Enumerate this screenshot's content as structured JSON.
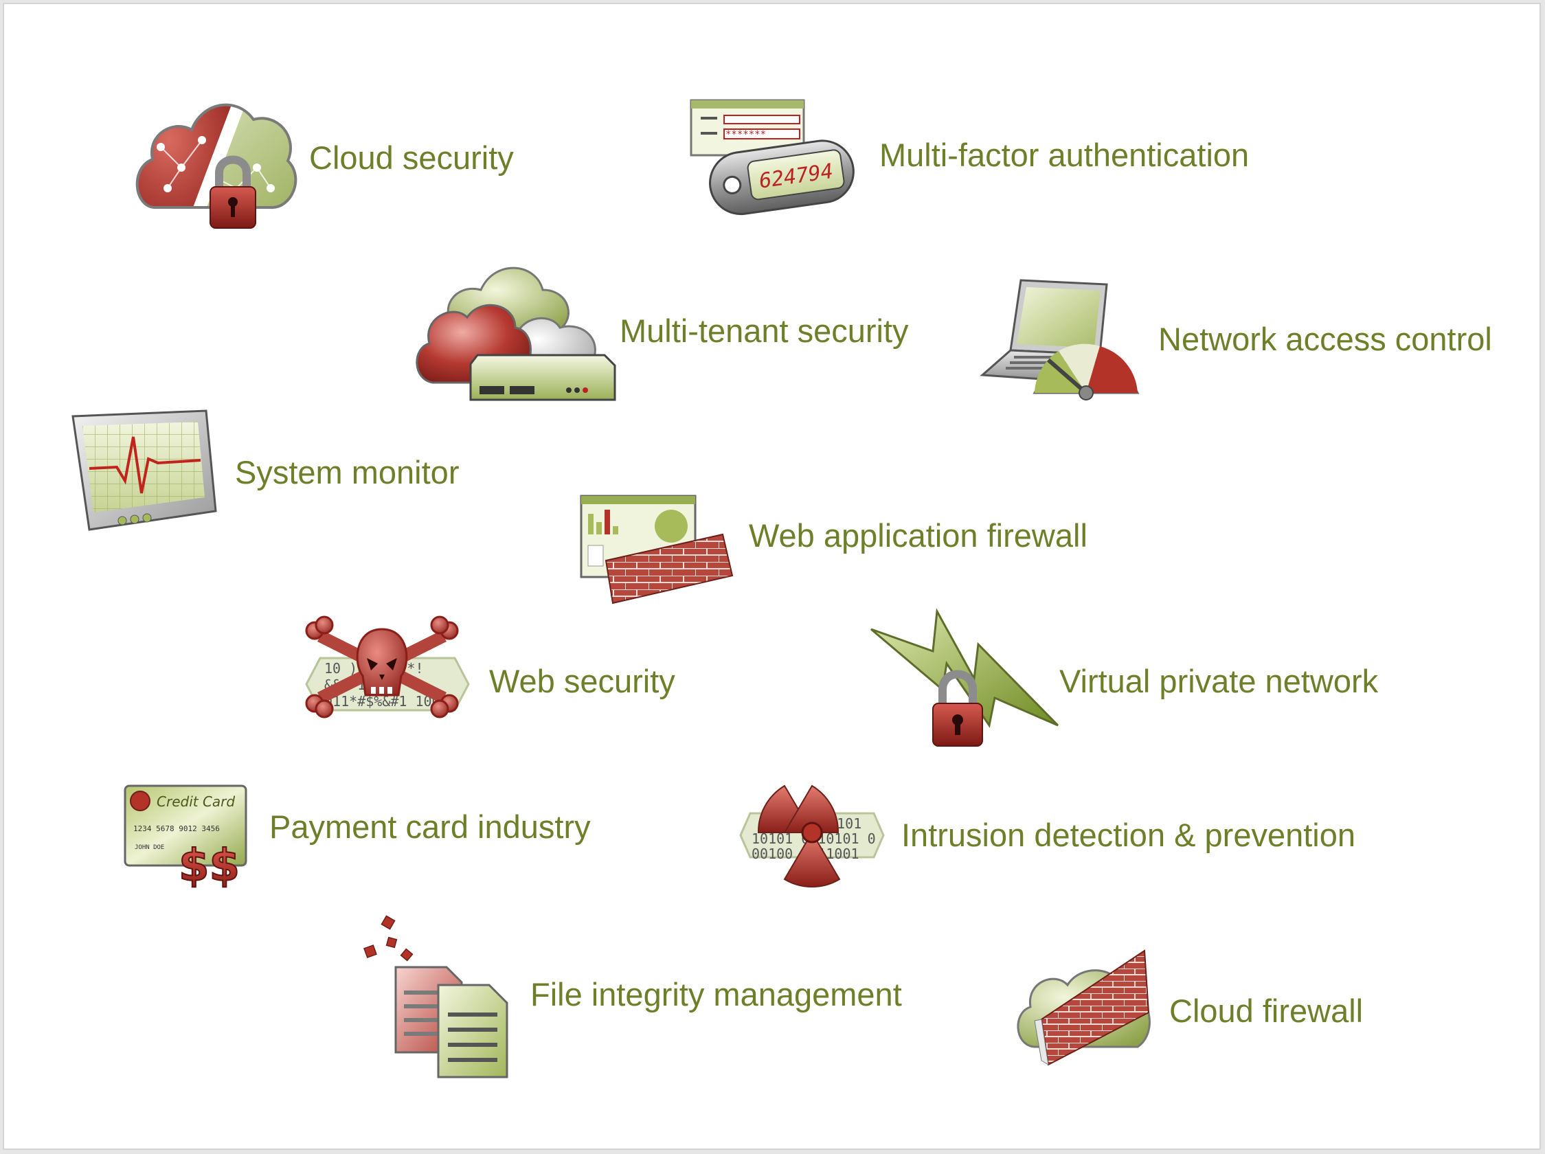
{
  "colors": {
    "label": "#6e7f2a",
    "red": "#a8332c",
    "green": "#8aa33a",
    "light_green": "#dfe8b8",
    "grey": "#b5b5b5"
  },
  "items": [
    {
      "label": "Cloud security",
      "icon": "cloud-lock-icon"
    },
    {
      "label": "Multi-factor authentication",
      "icon": "token-icon",
      "token_code": "624794",
      "password_mask": "*******"
    },
    {
      "label": "Multi-tenant security",
      "icon": "clouds-appliance-icon"
    },
    {
      "label": "Network access control",
      "icon": "laptop-gauge-icon"
    },
    {
      "label": "System monitor",
      "icon": "heartbeat-monitor-icon"
    },
    {
      "label": "Web application firewall",
      "icon": "browser-wall-icon"
    },
    {
      "label": "Web security",
      "icon": "skull-crossbones-icon",
      "code_lines": [
        "10  )0!#$%!*!",
        "&&#  11  0",
        "011*#$%&#1  100"
      ]
    },
    {
      "label": "Virtual private network",
      "icon": "lightning-lock-icon"
    },
    {
      "label": "Payment card industry",
      "icon": "credit-card-icon",
      "card_title": "Credit Card",
      "card_number": "1234 5678 9012 3456",
      "card_name": "JOHN DOE",
      "card_symbol": "$$"
    },
    {
      "label": "Intrusion detection & prevention",
      "icon": "radiation-binary-icon",
      "code_lines": [
        "01 101",
        "10101 0010101 0",
        "00100 1011001"
      ]
    },
    {
      "label": "File integrity management",
      "icon": "documents-icon"
    },
    {
      "label": "Cloud firewall",
      "icon": "cloud-wall-icon"
    }
  ]
}
